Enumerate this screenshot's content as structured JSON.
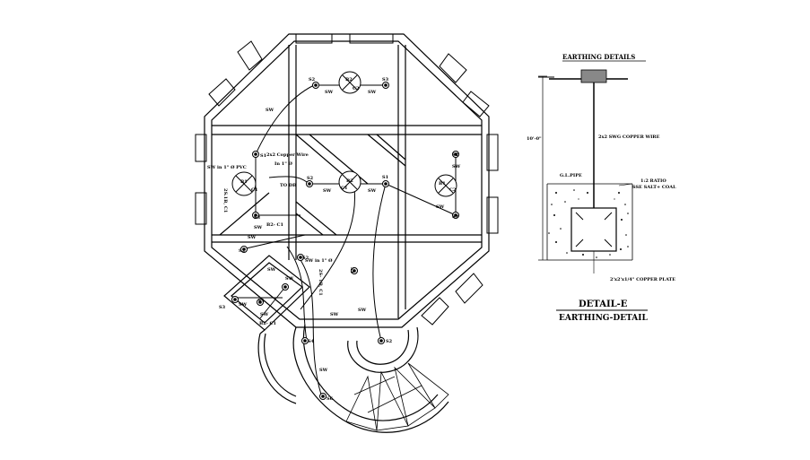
{
  "colors": {
    "ink": "#000000",
    "paper": "#ffffff"
  },
  "plan": {
    "labels": [
      {
        "id": "s2-top-left",
        "text": "S2"
      },
      {
        "id": "sw-top-left",
        "text": "SW"
      },
      {
        "id": "fan-b2",
        "text": "B2"
      },
      {
        "id": "fan-c2",
        "text": "C2"
      },
      {
        "id": "s3-top-right",
        "text": "S3"
      },
      {
        "id": "sw-top-right",
        "text": "SW"
      },
      {
        "id": "sw-upper-left",
        "text": "SW"
      },
      {
        "id": "s1-left",
        "text": "S1"
      },
      {
        "id": "wire-note",
        "text": "2x2 Copper Wire"
      },
      {
        "id": "pipe-note",
        "text": "In 1\" Ø"
      },
      {
        "id": "sw-pipe-left",
        "text": "SW in 1\" Ø PVC"
      },
      {
        "id": "fan-b1-left",
        "text": "B1"
      },
      {
        "id": "fan-c1-left",
        "text": "C1"
      },
      {
        "id": "to-db",
        "text": "TO DB"
      },
      {
        "id": "s2-center",
        "text": "S2"
      },
      {
        "id": "sw-center-left",
        "text": "SW"
      },
      {
        "id": "fan-b2-center",
        "text": "B2"
      },
      {
        "id": "fan-c1-center",
        "text": "C1"
      },
      {
        "id": "s1-center",
        "text": "S1"
      },
      {
        "id": "sw-center-right",
        "text": "SW"
      },
      {
        "id": "s2-right",
        "text": "S2"
      },
      {
        "id": "sw-right",
        "text": "SW"
      },
      {
        "id": "fan-b1-right",
        "text": "B1"
      },
      {
        "id": "fan-c2-right",
        "text": "C2"
      },
      {
        "id": "sw-lower-right",
        "text": "SW"
      },
      {
        "id": "s3-right",
        "text": "S3"
      },
      {
        "id": "side-ckt",
        "text": "2S.1B, C1"
      },
      {
        "id": "s3-left",
        "text": "S3"
      },
      {
        "id": "sw-left-mid",
        "text": "SW"
      },
      {
        "id": "b2-c1",
        "text": "B2- C1"
      },
      {
        "id": "sw-left-lower",
        "text": "SW"
      },
      {
        "id": "s2-left-lower",
        "text": "S2"
      },
      {
        "id": "sw-pipe-mid",
        "text": "SW in 1\" Ø"
      },
      {
        "id": "s2-stair",
        "text": "S2"
      },
      {
        "id": "sw-stair",
        "text": "SW"
      },
      {
        "id": "sw-entry",
        "text": "SW"
      },
      {
        "id": "s1-entry",
        "text": "S1"
      },
      {
        "id": "s3-entry",
        "text": "S3"
      },
      {
        "id": "sw-entry-2",
        "text": "SW"
      },
      {
        "id": "b2-c1-entry",
        "text": "B2- C1"
      },
      {
        "id": "sw-vert",
        "text": "SW"
      },
      {
        "id": "ckt-vert",
        "text": "2S- 1B, C1"
      },
      {
        "id": "s1-vert",
        "text": "S1"
      },
      {
        "id": "sw-curve",
        "text": "SW"
      },
      {
        "id": "sw-curve-right",
        "text": "SW"
      },
      {
        "id": "s4-curve",
        "text": "S4"
      },
      {
        "id": "s2-curve",
        "text": "S2"
      },
      {
        "id": "sw-bottom",
        "text": "SW"
      },
      {
        "id": "s6-bottom",
        "text": "S6"
      }
    ]
  },
  "detail": {
    "heading": "EARTHING DETAILS",
    "dimension": "10'-0\"",
    "wire_label": "2x2 SWG COPPER WIRE",
    "gl_label": "G.L.PIPE",
    "ratio_label": "1:2 RATIO",
    "salt_label": "SSE SALT+ COAL",
    "plate_label": "2'x2'x1/4\" COPPER PLATE",
    "title": "DETAIL-E",
    "subtitle": "EARTHING-DETAIL"
  }
}
